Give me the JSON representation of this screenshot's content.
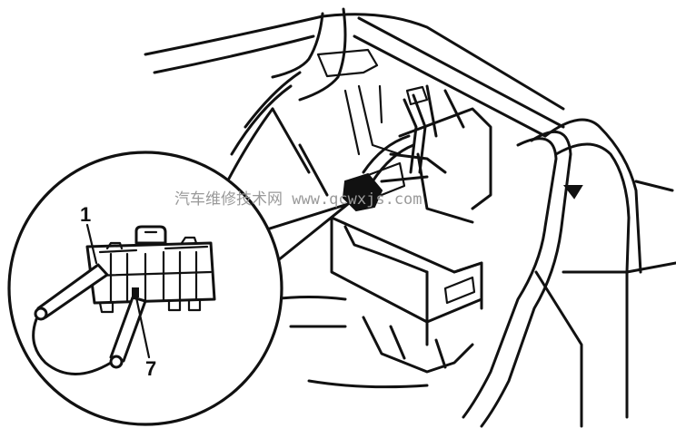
{
  "watermark": "汽车维修技术网 www.qcwxjs.com",
  "callouts": {
    "pin_1": "1",
    "pin_7": "7"
  }
}
